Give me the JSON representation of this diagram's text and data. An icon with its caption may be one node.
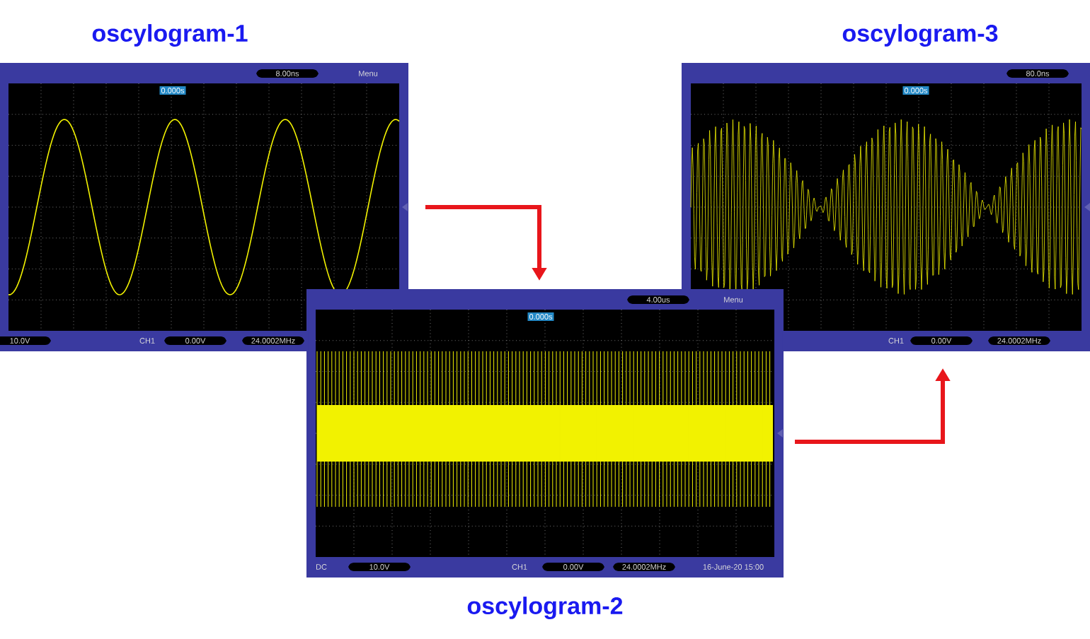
{
  "diagram": {
    "nodes": [
      {
        "text": [
          "oscylogram-1"
        ]
      },
      {
        "text": [
          "oscylogram-2"
        ]
      },
      {
        "text": [
          "oscylogram-3"
        ]
      }
    ],
    "edges": [
      {
        "from": 0,
        "to": 1,
        "arrow": "to"
      },
      {
        "from": 1,
        "to": 2,
        "arrow": "to"
      }
    ],
    "labels": [
      "8.00ns",
      "Menu",
      "0.000s",
      "10.0V",
      "CH1",
      "0.00V",
      "24.0002MHz",
      "4.00us",
      "Menu",
      "0.000s",
      "DC",
      "10.0V",
      "CH1",
      "0.00V",
      "24.0002MHz",
      "16-June-20 15:00",
      "80.0ns",
      "0.000s",
      "CH1",
      "0.00V",
      "24.0002MHz"
    ]
  }
}
